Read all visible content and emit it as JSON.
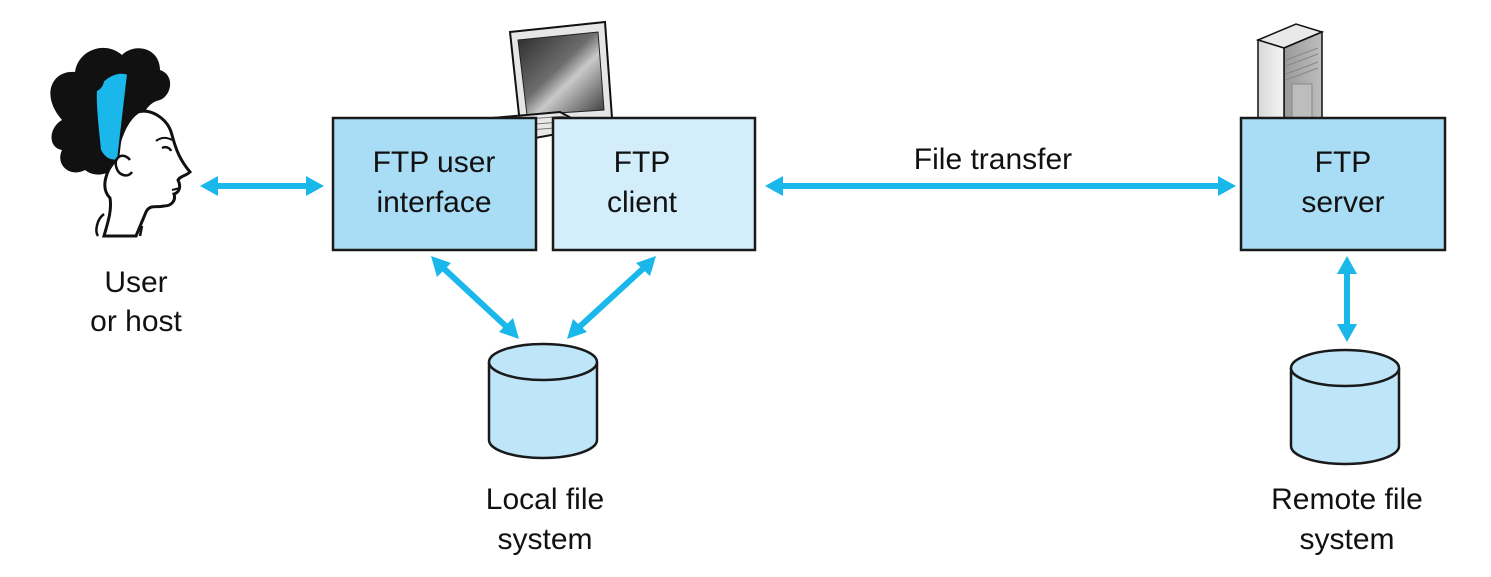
{
  "colors": {
    "box_fill_dark": "#a9dcf5",
    "box_fill_light": "#d3edfb",
    "box_stroke": "#1a1a1a",
    "arrow": "#19b7ea",
    "cylinder_fill": "#bfe6f8"
  },
  "boxes": {
    "ftp_user_interface": {
      "line1": "FTP user",
      "line2": "interface"
    },
    "ftp_client": {
      "line1": "FTP",
      "line2": "client"
    },
    "ftp_server": {
      "line1": "FTP",
      "line2": "server"
    }
  },
  "labels": {
    "user": {
      "line1": "User",
      "line2": "or host"
    },
    "local_fs": {
      "line1": "Local file",
      "line2": "system"
    },
    "remote_fs": {
      "line1": "Remote file",
      "line2": "system"
    },
    "file_transfer": "File transfer"
  },
  "icons": [
    "person-icon",
    "desktop-computer-icon",
    "server-tower-icon",
    "database-cylinder-icon"
  ]
}
